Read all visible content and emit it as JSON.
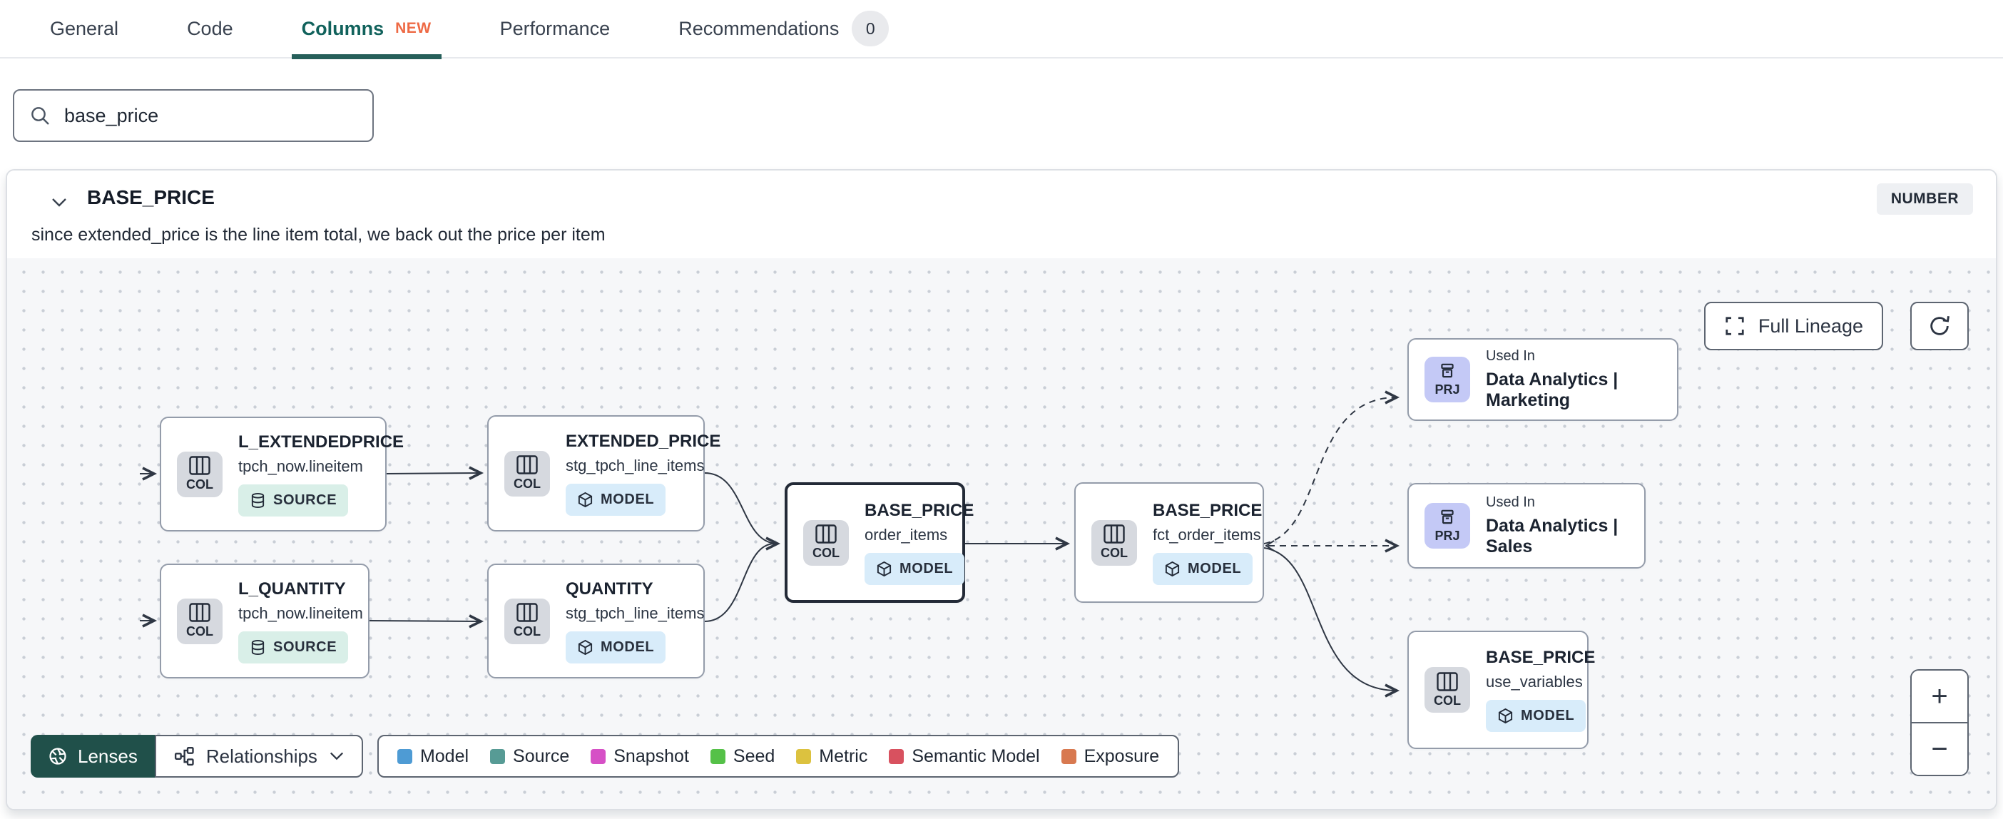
{
  "tabs": {
    "items": [
      {
        "label": "General"
      },
      {
        "label": "Code"
      },
      {
        "label": "Columns",
        "badge": "NEW"
      },
      {
        "label": "Performance"
      },
      {
        "label": "Recommendations",
        "count": "0"
      }
    ]
  },
  "search": {
    "value": "base_price",
    "icon": "search-icon"
  },
  "column_panel": {
    "name": "BASE_PRICE",
    "data_type": "NUMBER",
    "description": "since extended_price is the line item total, we back out the price per item"
  },
  "lineage": {
    "full_lineage_label": "Full Lineage",
    "zoom_in": "+",
    "zoom_out": "−",
    "lenses_label": "Lenses",
    "relationships_label": "Relationships",
    "nodes": [
      {
        "kind": "COL",
        "title": "L_EXTENDEDPRICE",
        "subtitle": "tpch_now.lineitem",
        "badge": "SOURCE"
      },
      {
        "kind": "COL",
        "title": "L_QUANTITY",
        "subtitle": "tpch_now.lineitem",
        "badge": "SOURCE"
      },
      {
        "kind": "COL",
        "title": "EXTENDED_PRICE",
        "subtitle": "stg_tpch_line_items",
        "badge": "MODEL"
      },
      {
        "kind": "COL",
        "title": "QUANTITY",
        "subtitle": "stg_tpch_line_items",
        "badge": "MODEL"
      },
      {
        "kind": "COL",
        "title": "BASE_PRICE",
        "subtitle": "order_items",
        "badge": "MODEL",
        "selected": true
      },
      {
        "kind": "COL",
        "title": "BASE_PRICE",
        "subtitle": "fct_order_items",
        "badge": "MODEL"
      },
      {
        "kind": "PRJ",
        "label": "Used In",
        "title": "Data Analytics | Marketing"
      },
      {
        "kind": "PRJ",
        "label": "Used In",
        "title": "Data Analytics | Sales"
      },
      {
        "kind": "COL",
        "title": "BASE_PRICE",
        "subtitle": "use_variables",
        "badge": "MODEL"
      }
    ],
    "legend": [
      {
        "label": "Model",
        "color": "#4e9bd4"
      },
      {
        "label": "Source",
        "color": "#579b95"
      },
      {
        "label": "Snapshot",
        "color": "#d650c6"
      },
      {
        "label": "Seed",
        "color": "#55c148"
      },
      {
        "label": "Metric",
        "color": "#dcc23f"
      },
      {
        "label": "Semantic Model",
        "color": "#d8515f"
      },
      {
        "label": "Exposure",
        "color": "#d87950"
      }
    ]
  },
  "colors": {
    "active_tab": "#11625c",
    "tab_underline": "#265f5a",
    "new_badge": "#ee6a45",
    "lenses_bg": "#20504a",
    "selected_node_border": "#232a37",
    "source_badge_bg": "#d9efe8",
    "model_badge_bg": "#d8ecfa",
    "col_badge_bg": "#d6d9df",
    "prj_badge_bg": "#c4c9f6"
  }
}
